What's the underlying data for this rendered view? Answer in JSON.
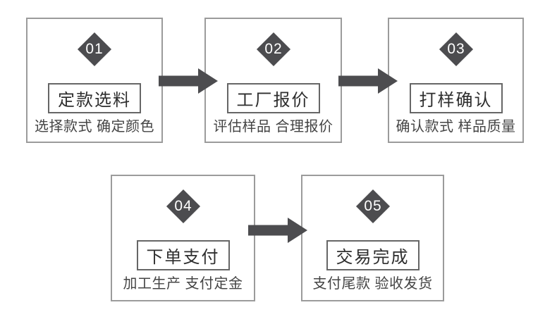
{
  "diagram": {
    "description": "5-step order process flow",
    "colors": {
      "accent_dark": "#4c4c4f",
      "outer_box_border": "#9b9b9b",
      "title_box_border": "#666666",
      "title_text": "#2e2e2e",
      "subtitle_text": "#444444",
      "number_text": "#ffffff",
      "background": "#ffffff"
    },
    "steps": [
      {
        "number": "01",
        "title": "定款选料",
        "subtitle": "选择款式 确定颜色"
      },
      {
        "number": "02",
        "title": "工厂报价",
        "subtitle": "评估样品 合理报价"
      },
      {
        "number": "03",
        "title": "打样确认",
        "subtitle": "确认款式 样品质量"
      },
      {
        "number": "04",
        "title": "下单支付",
        "subtitle": "加工生产 支付定金"
      },
      {
        "number": "05",
        "title": "交易完成",
        "subtitle": "支付尾款 验收发货"
      }
    ]
  }
}
